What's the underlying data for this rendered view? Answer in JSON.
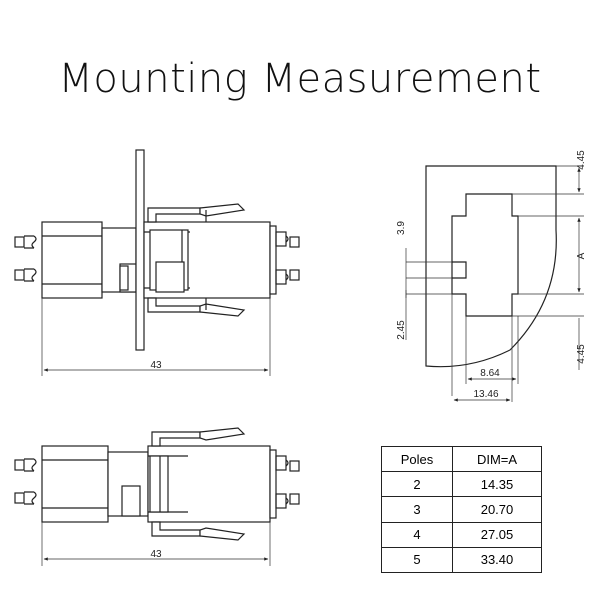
{
  "title": "Mounting Measurement",
  "top_left_view": {
    "length_dim": "43"
  },
  "bottom_left_view": {
    "length_dim": "43"
  },
  "right_view": {
    "dim_top": "4.45",
    "dim_a": "A",
    "dim_bottom": "4.45",
    "dim_3_9": "3.9",
    "dim_2_45": "2.45",
    "dim_8_64": "8.64",
    "dim_13_46": "13.46"
  },
  "table": {
    "headers": [
      "Poles",
      "DIM=A"
    ],
    "rows": [
      [
        "2",
        "14.35"
      ],
      [
        "3",
        "20.70"
      ],
      [
        "4",
        "27.05"
      ],
      [
        "5",
        "33.40"
      ]
    ]
  }
}
